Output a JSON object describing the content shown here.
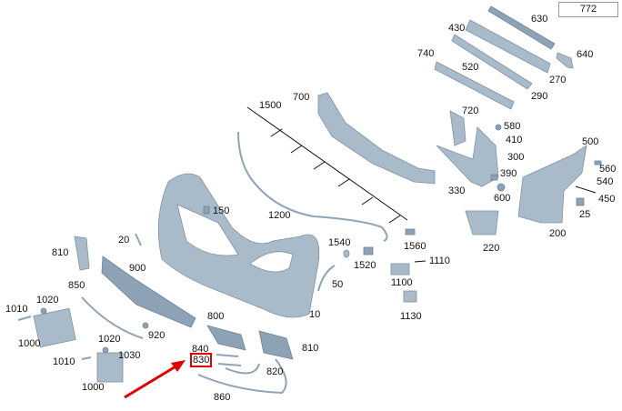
{
  "diagram": {
    "reference_number": "772",
    "highlighted_part": "830",
    "labels": [
      "630",
      "430",
      "740",
      "640",
      "520",
      "270",
      "290",
      "700",
      "1500",
      "720",
      "580",
      "410",
      "500",
      "300",
      "560",
      "390",
      "540",
      "330",
      "600",
      "450",
      "25",
      "150",
      "1200",
      "20",
      "200",
      "220",
      "1560",
      "1540",
      "810",
      "1110",
      "1520",
      "900",
      "50",
      "1100",
      "850",
      "1020",
      "1130",
      "10",
      "1010",
      "920",
      "800",
      "1000",
      "1020",
      "1030",
      "840",
      "810",
      "830",
      "820",
      "1010",
      "1000",
      "860"
    ],
    "colors": {
      "part_fill": "#a9bac9",
      "highlight": "#e00000",
      "arrow": "#e00000"
    }
  }
}
